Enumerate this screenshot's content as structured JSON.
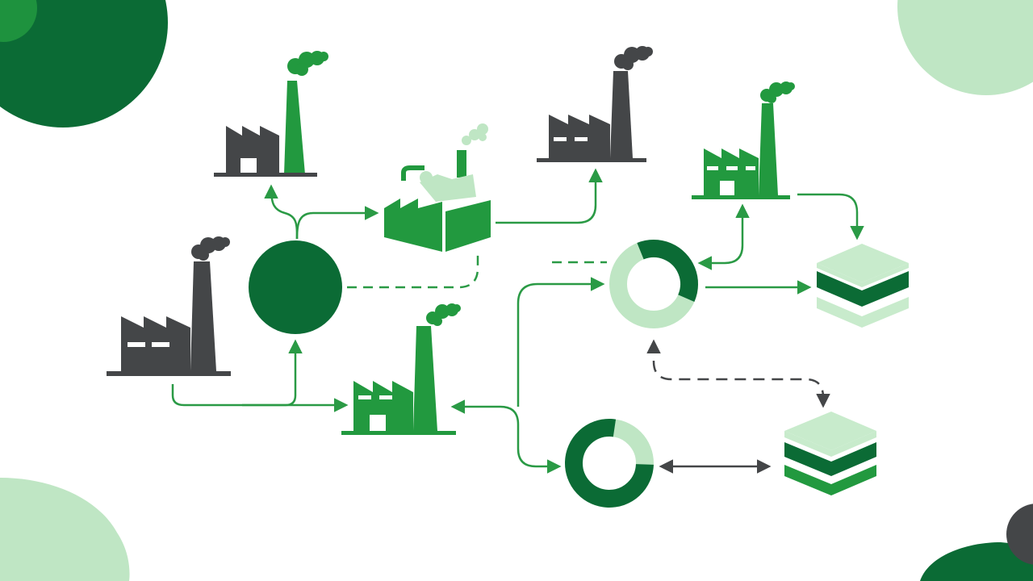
{
  "palette": {
    "dark_green": "#0b6b35",
    "mid_green": "#22993f",
    "light_green": "#bfe6c4",
    "pale_green": "#c8ebcc",
    "charcoal": "#444648",
    "connector": "#2a9a45",
    "neutral_connector": "#444648",
    "background": "#ffffff"
  },
  "icons": {
    "factory_dark": "factory-icon",
    "factory_green": "factory-icon",
    "factory_open": "factory-open-roof-icon",
    "hub": "hub-circle-icon",
    "ring": "donut-ring-icon",
    "stack": "layer-stack-icon",
    "smoke": "smoke-cloud-icon"
  },
  "nodes": [
    {
      "id": "factory-1",
      "kind": "factory",
      "tone": "dark-with-green-chimney"
    },
    {
      "id": "factory-2",
      "kind": "factory",
      "tone": "dark"
    },
    {
      "id": "factory-3",
      "kind": "factory",
      "tone": "dark"
    },
    {
      "id": "factory-4",
      "kind": "factory",
      "tone": "green"
    },
    {
      "id": "factory-5",
      "kind": "factory",
      "tone": "green"
    },
    {
      "id": "factory-open",
      "kind": "factory-open",
      "tone": "green"
    },
    {
      "id": "hub",
      "kind": "hub",
      "tone": "dark-green"
    },
    {
      "id": "ring-1",
      "kind": "ring",
      "tone": "dark-green-on-light"
    },
    {
      "id": "ring-2",
      "kind": "ring",
      "tone": "dark-green-on-light"
    },
    {
      "id": "stack-1",
      "kind": "stack",
      "tone": "green"
    },
    {
      "id": "stack-2",
      "kind": "stack",
      "tone": "green"
    }
  ],
  "connections": [
    {
      "from": "hub",
      "to": "factory-1",
      "style": "solid",
      "direction": "one-way"
    },
    {
      "from": "hub",
      "to": "factory-open",
      "style": "solid",
      "direction": "one-way"
    },
    {
      "from": "factory-open",
      "to": "factory-2",
      "style": "solid",
      "direction": "one-way"
    },
    {
      "from": "hub",
      "to": "factory-open",
      "style": "dashed",
      "direction": "none"
    },
    {
      "from": "factory-3",
      "to": "hub",
      "style": "solid",
      "direction": "one-way"
    },
    {
      "from": "factory-3",
      "to": "factory-5",
      "style": "solid",
      "direction": "one-way"
    },
    {
      "from": "factory-5",
      "to": "ring-1",
      "style": "solid",
      "direction": "one-way"
    },
    {
      "from": "factory-5",
      "to": "ring-2",
      "style": "solid",
      "direction": "two-way"
    },
    {
      "from": "factory-4",
      "to": "ring-1",
      "style": "solid",
      "direction": "two-way"
    },
    {
      "from": "factory-4",
      "to": "stack-1",
      "style": "solid",
      "direction": "one-way"
    },
    {
      "from": "ring-1",
      "to": "stack-1",
      "style": "solid",
      "direction": "one-way"
    },
    {
      "from": "ring-1",
      "to": "stack-2",
      "style": "dashed",
      "direction": "two-way"
    },
    {
      "from": "ring-2",
      "to": "stack-2",
      "style": "solid",
      "direction": "two-way"
    }
  ]
}
